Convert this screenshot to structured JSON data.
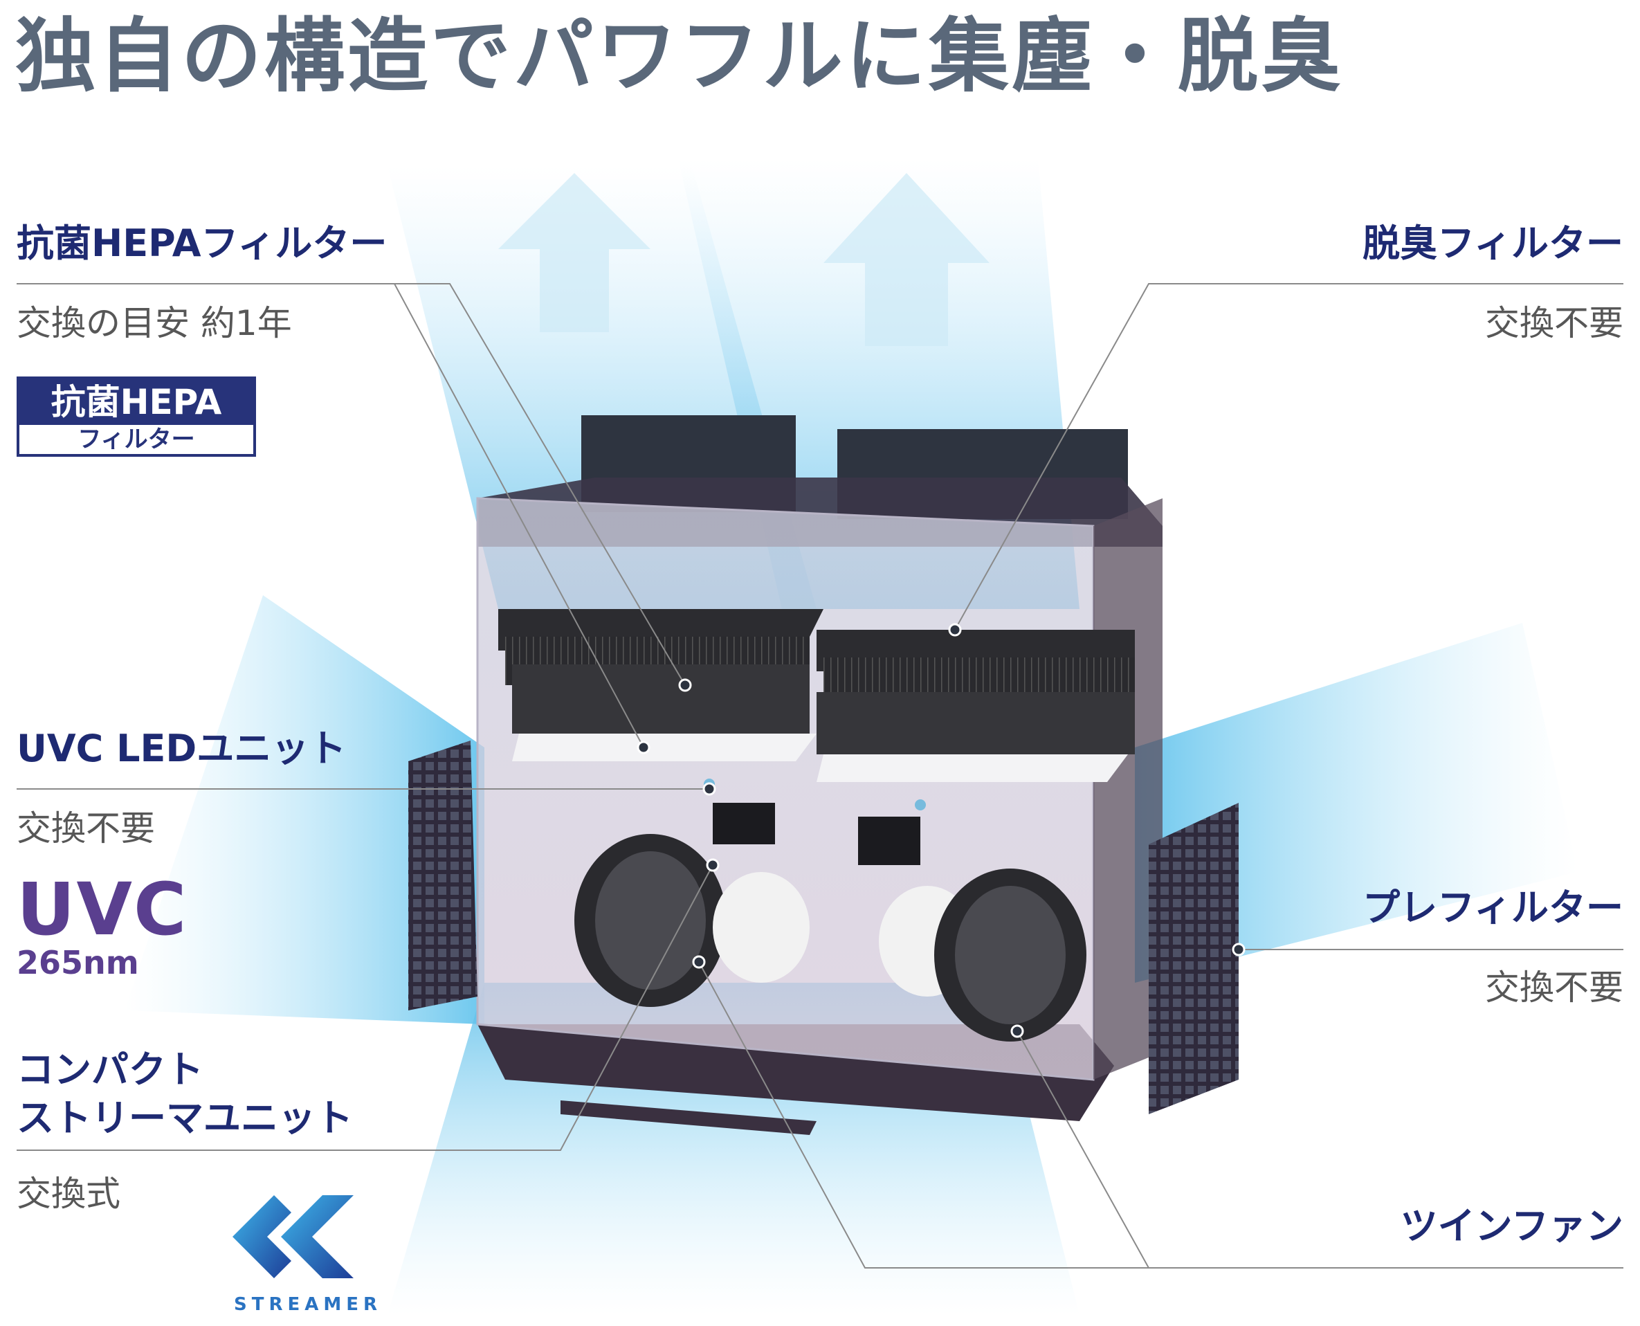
{
  "title": "独自の構造でパワフルに集塵・脱臭",
  "components": {
    "hepa": {
      "label": "抗菌HEPAフィルター",
      "note": "交換の目安 約1年"
    },
    "deodorize": {
      "label": "脱臭フィルター",
      "note": "交換不要"
    },
    "uvc": {
      "label": "UVC LEDユニット",
      "note": "交換不要"
    },
    "streamer": {
      "label_line1": "コンパクト",
      "label_line2": "ストリーマユニット",
      "note": "交換式"
    },
    "prefilter": {
      "label": "プレフィルター",
      "note": "交換不要"
    },
    "twinfan": {
      "label": "ツインファン"
    }
  },
  "badges": {
    "hepa_top": "抗菌HEPA",
    "hepa_bottom": "フィルター",
    "uvc_big": "UVC",
    "uvc_small": "265nm",
    "streamer_text": "STREAMER"
  },
  "colors": {
    "title": "#5a687a",
    "label": "#1e2a72",
    "note": "#575757",
    "airflow": "#6ec6ef",
    "body": "#3a3040",
    "badge_uvc": "#5a3f8f",
    "streamer": "#2a73c2"
  }
}
